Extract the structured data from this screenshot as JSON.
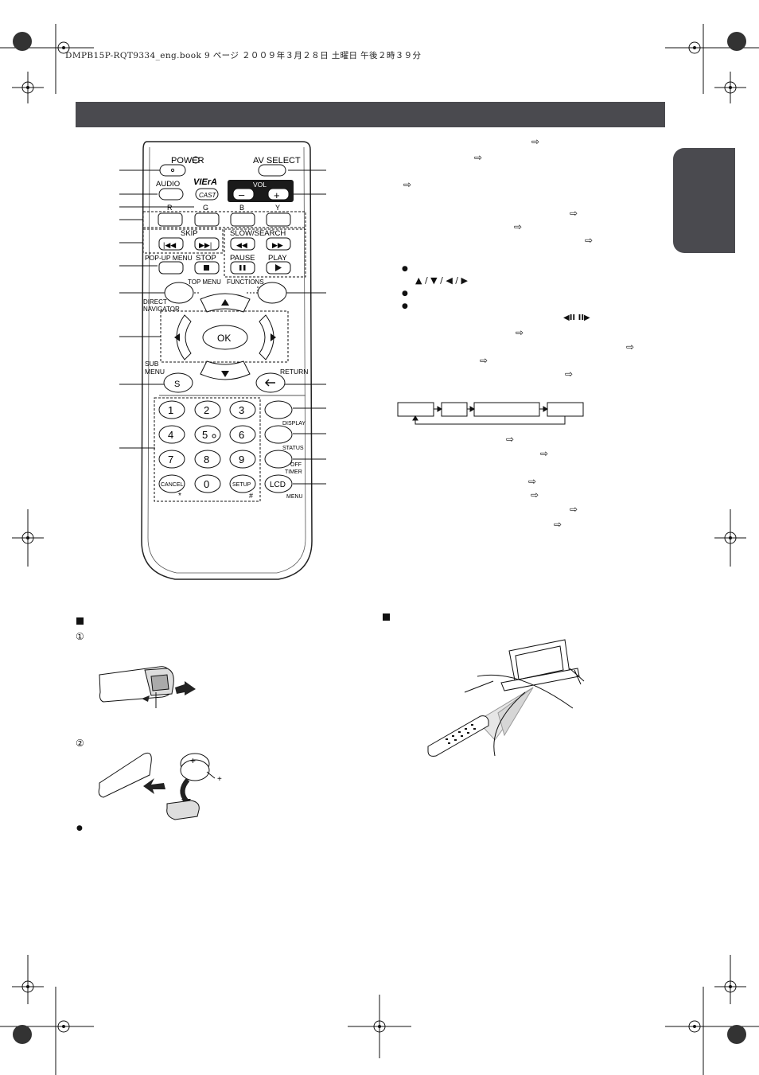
{
  "header": {
    "file_line": "DMPB15P-RQT9334_eng.book  9 ページ  ２００９年３月２８日  土曜日  午後２時３９分"
  },
  "remote": {
    "power": "POWER",
    "av_select": "AV SELECT",
    "audio": "AUDIO",
    "viera": "VIErA",
    "cast": "CAST",
    "vol": "VOL",
    "vol_minus": "–",
    "vol_plus": "+",
    "color_keys": [
      "R",
      "G",
      "B",
      "Y"
    ],
    "skip": "SKIP",
    "slow_search": "SLOW/SEARCH",
    "popup_menu": "POP-UP MENU",
    "stop": "STOP",
    "pause": "PAUSE",
    "play": "PLAY",
    "top_menu": "TOP MENU",
    "functions": "FUNCTIONS",
    "direct": "DIRECT",
    "navigator": "NAVIGATOR",
    "ok": "OK",
    "sub": "SUB",
    "menu": "MENU",
    "s": "S",
    "return": "RETURN",
    "digits": [
      "1",
      "2",
      "3",
      "4",
      "5",
      "6",
      "7",
      "8",
      "9",
      "0"
    ],
    "cancel": "CANCEL",
    "setup": "SETUP",
    "star": "*",
    "hash": "#",
    "display": "DISPLAY",
    "status": "STATUS",
    "off": "OFF",
    "timer": "TIMER",
    "lcd": "LCD",
    "lcd_menu": "MENU"
  },
  "arrows_glyph": "⇨",
  "direction_keys": "▲ / ▼ / ◀ / ▶",
  "frame_keys": "◀II  II▶",
  "battery_steps": [
    "①",
    "②"
  ],
  "battery_plus": "+",
  "section_markers": [
    "■",
    "■"
  ],
  "bullet": "●"
}
